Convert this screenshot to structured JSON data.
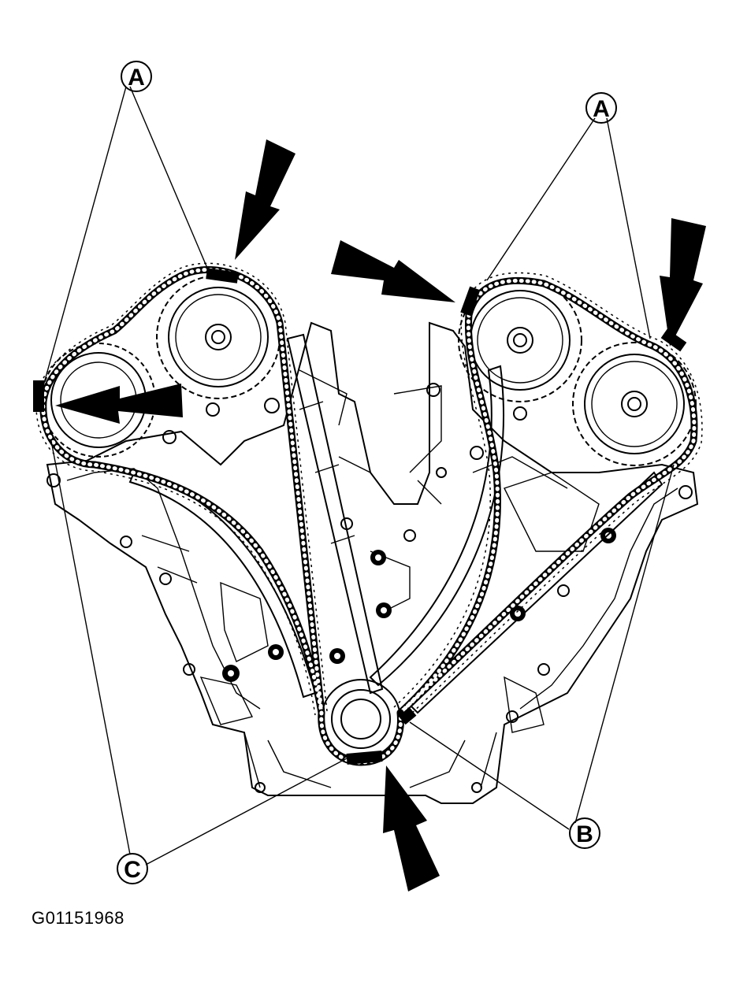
{
  "callouts": {
    "a_left": "A",
    "a_right": "A",
    "b": "B",
    "c": "C"
  },
  "figure_id": "G01151968",
  "colors": {
    "ink": "#000000",
    "paper": "#ffffff"
  }
}
